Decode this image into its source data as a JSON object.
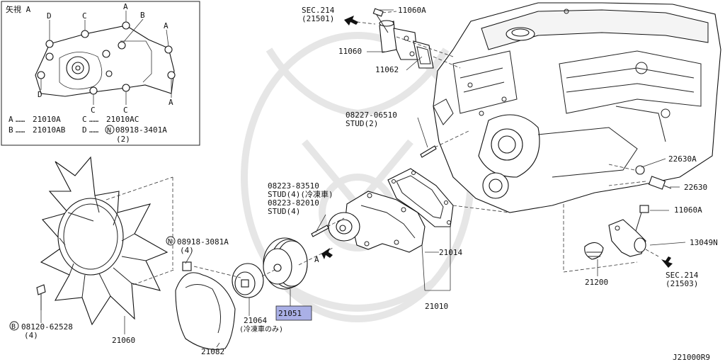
{
  "inset": {
    "title": "矢視 A",
    "callout_letters": [
      "D",
      "C",
      "A",
      "B",
      "A",
      "D",
      "C",
      "C",
      "A"
    ],
    "legend": [
      {
        "key": "A",
        "dots": "……",
        "part": "21010A"
      },
      {
        "key": "B",
        "dots": "……",
        "part": "21010AB"
      },
      {
        "key": "C",
        "dots": "……",
        "part": "21010AC"
      },
      {
        "key": "D",
        "dots": "……",
        "prefix": "N",
        "part": "08918-3401A",
        "qty": "(2)"
      }
    ]
  },
  "labels": {
    "sec214_top": "SEC.214",
    "sec214_top_sub": "(21501)",
    "p11060a_top": "11060A",
    "p11060": "11060",
    "p11062": "11062",
    "p08227": "08227-06510",
    "p08227_sub": "STUD(2)",
    "p22630a": "22630A",
    "p22630": "22630",
    "p08223_83510": "08223-83510",
    "p08223_83510_sub": "STUD(4)(冷凍車)",
    "p08223_82010": "08223-82010",
    "p08223_82010_sub": "STUD(4)",
    "p11060a_right": "11060A",
    "p13049n": "13049N",
    "p08918_3081a": "08918-3081A",
    "p08918_3081a_qty": "(4)",
    "p08918_prefix": "N",
    "p21014": "21014",
    "p21010": "21010",
    "arrow_a": "A",
    "p21051": "21051",
    "p21064": "21064",
    "p21064_sub": "(冷凍車のみ)",
    "p08120_prefix": "B",
    "p08120": "08120-62528",
    "p08120_qty": "(4)",
    "p21060": "21060",
    "p21082": "21082",
    "p21200": "21200",
    "sec214_bottom": "SEC.214",
    "sec214_bottom_sub": "(21503)",
    "diagram_code": "J21000R9"
  },
  "colors": {
    "highlight": "#aab0e6",
    "line": "#222222",
    "watermark": "#e6e6e6"
  }
}
